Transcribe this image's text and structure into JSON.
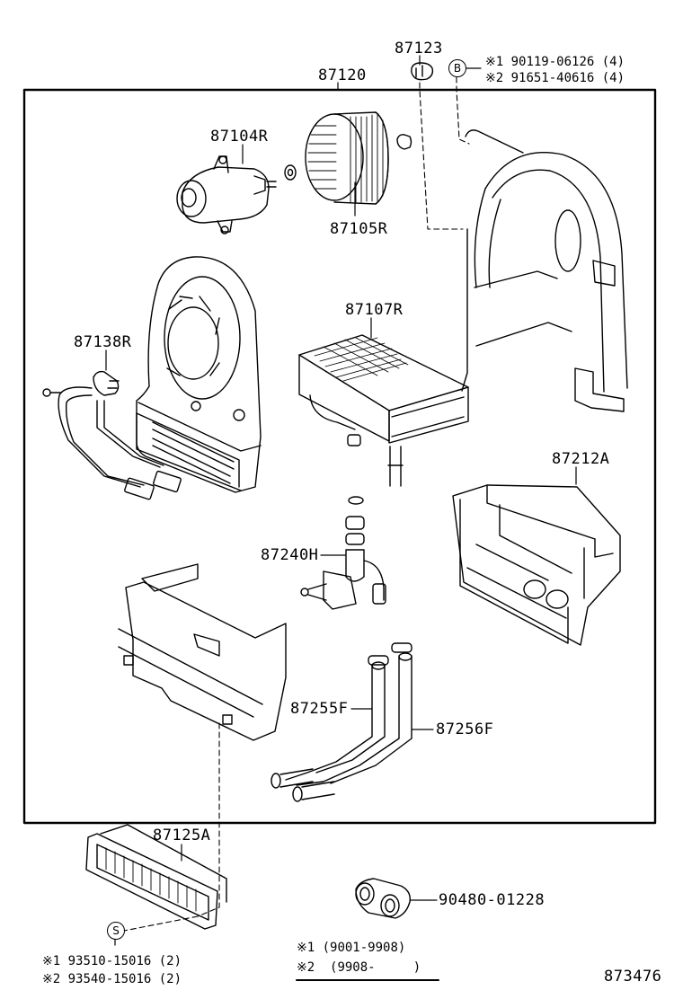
{
  "diagram": {
    "title": "Heater blower unit exploded parts diagram",
    "illustration_number": "873476",
    "parts": [
      {
        "id": "87120",
        "label": "87120",
        "description": "heater unit assembly (frame)"
      },
      {
        "id": "87123",
        "label": "87123",
        "description": "clip"
      },
      {
        "id": "87104R",
        "label": "87104R",
        "description": "blower motor"
      },
      {
        "id": "87105R",
        "label": "87105R",
        "description": "blower fan"
      },
      {
        "id": "87107R",
        "label": "87107R",
        "description": "heater core"
      },
      {
        "id": "87138R",
        "label": "87138R",
        "description": "resistor with wire harness"
      },
      {
        "id": "87212A",
        "label": "87212A",
        "description": "case"
      },
      {
        "id": "87240H",
        "label": "87240H",
        "description": "water valve"
      },
      {
        "id": "87255F",
        "label": "87255F",
        "description": "pipe"
      },
      {
        "id": "87256F",
        "label": "87256F",
        "description": "pipe"
      },
      {
        "id": "87125A",
        "label": "87125A",
        "description": "outlet register"
      },
      {
        "id": "90480-01228",
        "label": "90480-01228",
        "description": "grommet"
      }
    ],
    "callouts": {
      "B": {
        "tag": "B",
        "lines": [
          "※1 90119-06126 (4)",
          "※2 91651-40616 (4)"
        ]
      },
      "S": {
        "tag": "S",
        "lines": [
          "※1 93510-15016 (2)",
          "※2 93540-15016 (2)"
        ]
      }
    },
    "legend": {
      "lines": [
        "※1  (9001-9908)",
        "※2  (9908-     )"
      ]
    }
  }
}
